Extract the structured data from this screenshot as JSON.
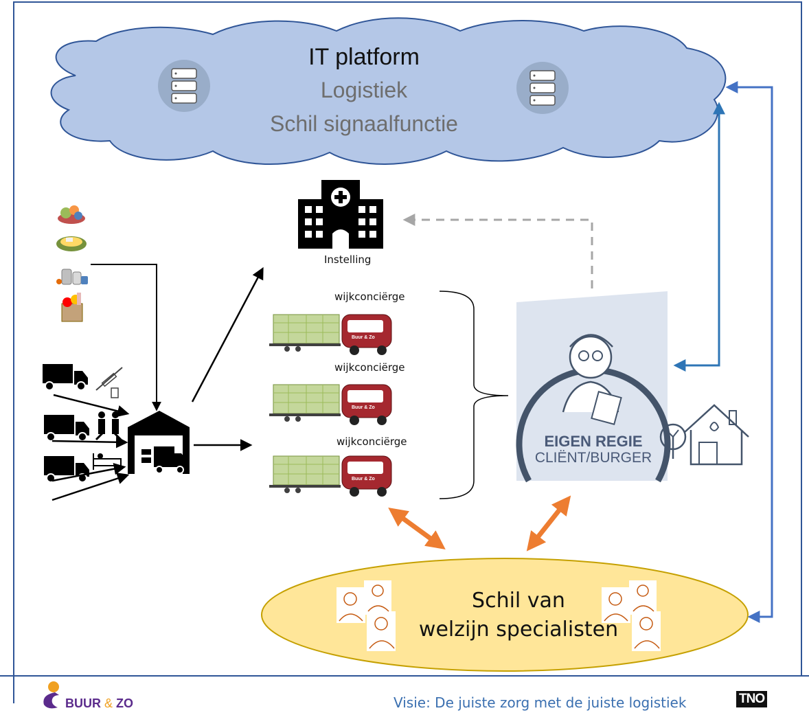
{
  "cloud": {
    "title": "IT platform",
    "line1": "Logistiek",
    "line2": "Schil signaalfunctie"
  },
  "instelling_label": "Instelling",
  "wijk_labels": [
    "wijkconciërge",
    "wijkconciërge",
    "wijkconciërge"
  ],
  "bus_text": "Buur & Zo",
  "eigen_regie": {
    "line1": "EIGEN REGIE",
    "line2": "CLIËNT/BURGER"
  },
  "schil": {
    "line1": "Schil van",
    "line2": "welzijn specialisten"
  },
  "footer": {
    "vision": "Visie: De juiste zorg met de juiste logistiek",
    "logo_main": "BUUR",
    "logo_amp": "&",
    "logo_end": "ZO",
    "tno": "TNO"
  },
  "colors": {
    "cloud_fill": "#b4c7e7",
    "cloud_stroke": "#2f5597",
    "ellipse_fill": "#ffe699",
    "ellipse_stroke": "#c5a000",
    "blue_arrow": "#2e75b6",
    "orange_arrow": "#ed7d31",
    "gray_dashed": "#a6a6a6",
    "client_bg": "#dde4ef",
    "client_dark": "#44546a"
  },
  "icons": [
    "database-icon",
    "hospital-icon",
    "truck-icon",
    "syringe-icon",
    "people-icon",
    "bed-icon",
    "warehouse-icon",
    "food-icon",
    "medicine-icon",
    "groceries-icon",
    "van-icon",
    "person-icon",
    "tree-icon",
    "house-icon",
    "specialist-icon"
  ]
}
